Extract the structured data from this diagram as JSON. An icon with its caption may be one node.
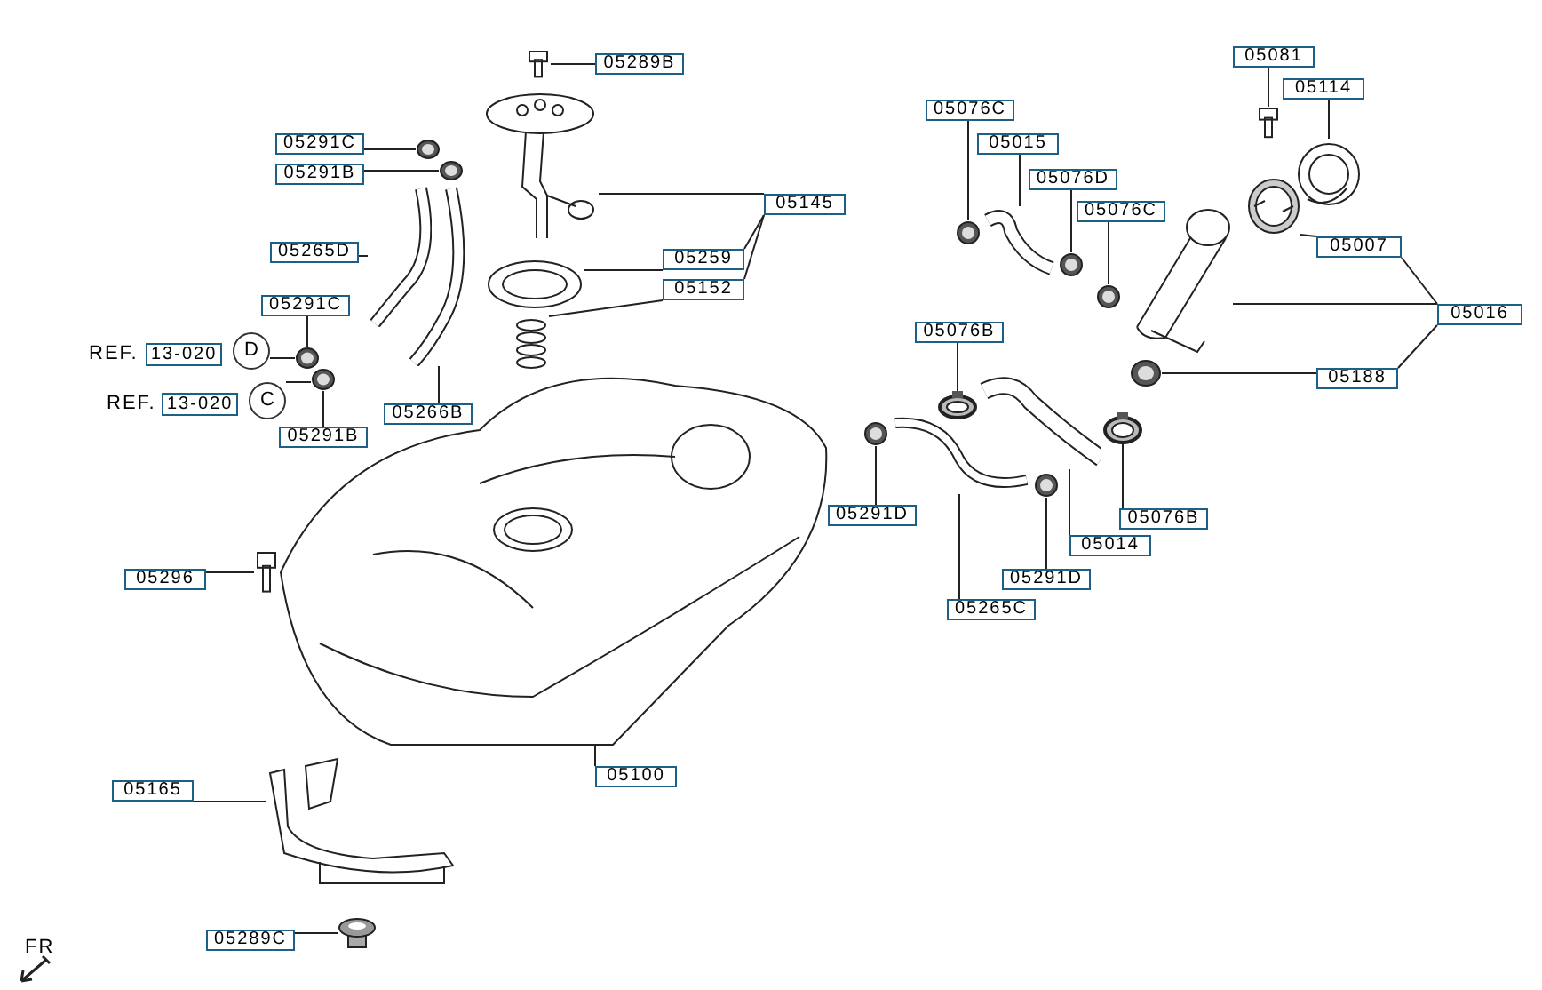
{
  "diagram": {
    "nodes": [
      {
        "text": [
          "05289B"
        ]
      },
      {
        "text": [
          "05291C"
        ]
      },
      {
        "text": [
          "05291B"
        ]
      },
      {
        "text": [
          "05265D"
        ]
      },
      {
        "text": [
          "05291C"
        ]
      },
      {
        "text": [
          "D"
        ]
      },
      {
        "text": [
          "C"
        ]
      },
      {
        "text": [
          "05291B"
        ]
      },
      {
        "text": [
          "05266B"
        ]
      },
      {
        "text": [
          "05259"
        ]
      },
      {
        "text": [
          "05152"
        ]
      },
      {
        "text": [
          "05145"
        ]
      },
      {
        "text": [
          "05076C"
        ]
      },
      {
        "text": [
          "05015"
        ]
      },
      {
        "text": [
          "05076D"
        ]
      },
      {
        "text": [
          "05076C"
        ]
      },
      {
        "text": [
          "05081"
        ]
      },
      {
        "text": [
          "05114"
        ]
      },
      {
        "text": [
          "05007"
        ]
      },
      {
        "text": [
          "05016"
        ]
      },
      {
        "text": [
          "05188"
        ]
      },
      {
        "text": [
          "05076B"
        ]
      },
      {
        "text": [
          "05291D"
        ]
      },
      {
        "text": [
          "05291D"
        ]
      },
      {
        "text": [
          "05014"
        ]
      },
      {
        "text": [
          "05076B"
        ]
      },
      {
        "text": [
          "05265C"
        ]
      },
      {
        "text": [
          "05296"
        ]
      },
      {
        "text": [
          "05100"
        ]
      },
      {
        "text": [
          "05165"
        ]
      },
      {
        "text": [
          "05289C"
        ]
      },
      {
        "text": [],
        "shape": "picture"
      },
      {
        "text": [],
        "shape": "picture"
      },
      {
        "text": [],
        "shape": "picture"
      },
      {
        "text": [],
        "shape": "picture"
      },
      {
        "text": [],
        "shape": "picture"
      },
      {
        "text": [],
        "shape": "picture"
      },
      {
        "text": [],
        "shape": "picture"
      },
      {
        "text": [],
        "shape": "picture"
      },
      {
        "text": [],
        "shape": "picture"
      },
      {
        "text": [],
        "shape": "picture"
      },
      {
        "text": [],
        "shape": "picture"
      },
      {
        "text": [],
        "shape": "picture"
      },
      {
        "text": [],
        "shape": "picture"
      },
      {
        "text": [],
        "shape": "picture"
      },
      {
        "text": [],
        "shape": "picture"
      },
      {
        "text": [],
        "shape": "picture"
      },
      {
        "text": [],
        "shape": "picture"
      },
      {
        "text": [],
        "shape": "picture"
      },
      {
        "text": [],
        "shape": "picture"
      },
      {
        "text": [],
        "shape": "picture"
      },
      {
        "text": [],
        "shape": "picture"
      },
      {
        "text": [],
        "shape": "picture"
      },
      {
        "text": [],
        "shape": "picture"
      },
      {
        "text": [],
        "shape": "picture"
      },
      {
        "text": [],
        "shape": "picture"
      },
      {
        "text": [],
        "shape": "picture"
      },
      {
        "text": [],
        "shape": "picture"
      },
      {
        "text": [],
        "shape": "picture"
      },
      {
        "text": [],
        "shape": "picture"
      }
    ],
    "edges": [
      {
        "from": 0,
        "to": 31,
        "arrow": "none"
      },
      {
        "from": 1,
        "to": 33,
        "arrow": "none"
      },
      {
        "from": 2,
        "to": 34,
        "arrow": "none"
      },
      {
        "from": 3,
        "to": 35,
        "arrow": "none"
      },
      {
        "from": 4,
        "to": 37,
        "arrow": "none"
      },
      {
        "from": 5,
        "to": 37,
        "arrow": "none"
      },
      {
        "from": 6,
        "to": 38,
        "arrow": "none"
      },
      {
        "from": 7,
        "to": 38,
        "arrow": "none"
      },
      {
        "from": 8,
        "to": 36,
        "arrow": "none"
      },
      {
        "from": 9,
        "to": 39,
        "arrow": "none"
      },
      {
        "from": 10,
        "to": 40,
        "arrow": "none"
      },
      {
        "from": 11,
        "to": 32,
        "arrow": "none"
      },
      {
        "from": 11,
        "to": 9,
        "arrow": "none"
      },
      {
        "from": 11,
        "to": 10,
        "arrow": "none"
      },
      {
        "from": 12,
        "to": 42,
        "arrow": "none"
      },
      {
        "from": 13,
        "to": 43,
        "arrow": "none"
      },
      {
        "from": 14,
        "to": 44,
        "arrow": "none"
      },
      {
        "from": 15,
        "to": 45,
        "arrow": "none"
      },
      {
        "from": 16,
        "to": 46,
        "arrow": "none"
      },
      {
        "from": 17,
        "to": 47,
        "arrow": "none"
      },
      {
        "from": 18,
        "to": 48,
        "arrow": "none"
      },
      {
        "from": 19,
        "to": 18,
        "arrow": "none"
      },
      {
        "from": 19,
        "to": 49,
        "arrow": "none"
      },
      {
        "from": 19,
        "to": 20,
        "arrow": "none"
      },
      {
        "from": 20,
        "to": 50,
        "arrow": "none"
      },
      {
        "from": 21,
        "to": 51,
        "arrow": "none"
      },
      {
        "from": 22,
        "to": 52,
        "arrow": "none"
      },
      {
        "from": 23,
        "to": 53,
        "arrow": "none"
      },
      {
        "from": 24,
        "to": 54,
        "arrow": "none"
      },
      {
        "from": 25,
        "to": 55,
        "arrow": "none"
      },
      {
        "from": 26,
        "to": 56,
        "arrow": "none"
      },
      {
        "from": 27,
        "to": 57,
        "arrow": "none"
      },
      {
        "from": 28,
        "to": 41,
        "arrow": "none"
      },
      {
        "from": 29,
        "to": 58,
        "arrow": "none"
      },
      {
        "from": 30,
        "to": 59,
        "arrow": "none"
      }
    ],
    "labels": [
      "REF.",
      "13-020",
      "REF.",
      "13-020",
      "FR"
    ]
  }
}
